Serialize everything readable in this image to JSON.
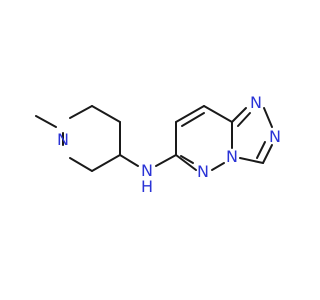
{
  "molecule": {
    "atoms": {
      "n_piperidine": "N",
      "n_amine": "N",
      "h_amine": "H",
      "n_pyridazine": "N",
      "n_bridge": "N",
      "n_triazole_top": "N",
      "n_triazole_right": "N"
    }
  },
  "colors": {
    "bond": "#1a1a1a",
    "heteroatom": "#2a33d6",
    "background": "#ffffff"
  }
}
